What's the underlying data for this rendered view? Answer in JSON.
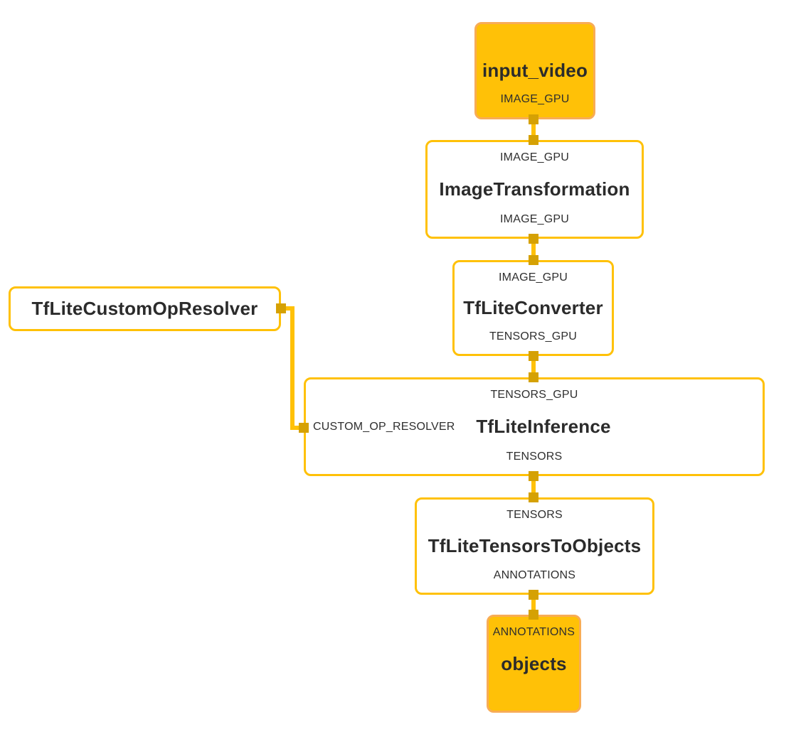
{
  "diagram": {
    "type": "dataflow-graph",
    "colors": {
      "edge": "#FFC107",
      "port": "#D5A104",
      "calc_border": "#FFC107",
      "stream_fill": "#FFC107",
      "stream_border": "#F8AC56",
      "title_text": "#2b2b2b",
      "label_text": "#2f2f2f"
    },
    "nodes": {
      "input_video": {
        "title": "input_video",
        "output_label": "IMAGE_GPU"
      },
      "image_transformation": {
        "input_label": "IMAGE_GPU",
        "title": "ImageTransformation",
        "output_label": "IMAGE_GPU"
      },
      "tflite_converter": {
        "input_label": "IMAGE_GPU",
        "title": "TfLiteConverter",
        "output_label": "TENSORS_GPU"
      },
      "tflite_custom_op_resolver": {
        "title": "TfLiteCustomOpResolver"
      },
      "tflite_inference": {
        "input_label": "TENSORS_GPU",
        "side_input_label": "CUSTOM_OP_RESOLVER",
        "title": "TfLiteInference",
        "output_label": "TENSORS"
      },
      "tflite_tensors_to_objects": {
        "input_label": "TENSORS",
        "title": "TfLiteTensorsToObjects",
        "output_label": "ANNOTATIONS"
      },
      "objects": {
        "input_label": "ANNOTATIONS",
        "title": "objects"
      }
    },
    "edges": [
      {
        "from": "input_video",
        "to": "image_transformation",
        "stream": "IMAGE_GPU"
      },
      {
        "from": "image_transformation",
        "to": "tflite_converter",
        "stream": "IMAGE_GPU"
      },
      {
        "from": "tflite_converter",
        "to": "tflite_inference",
        "stream": "TENSORS_GPU"
      },
      {
        "from": "tflite_custom_op_resolver",
        "to": "tflite_inference",
        "stream": "CUSTOM_OP_RESOLVER"
      },
      {
        "from": "tflite_inference",
        "to": "tflite_tensors_to_objects",
        "stream": "TENSORS"
      },
      {
        "from": "tflite_tensors_to_objects",
        "to": "objects",
        "stream": "ANNOTATIONS"
      }
    ]
  }
}
